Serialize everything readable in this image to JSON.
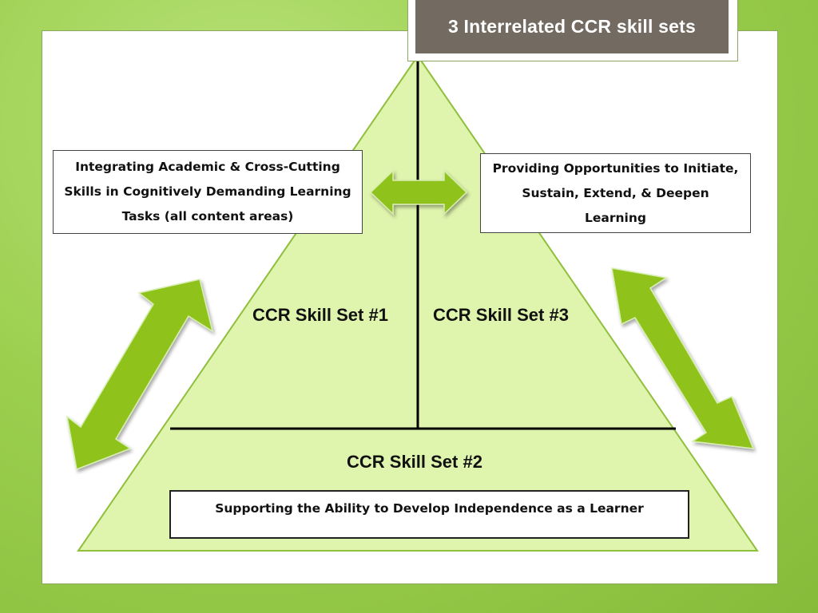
{
  "title": "3 Interrelated CCR skill sets",
  "skill_sets": {
    "set1": "CCR Skill Set #1",
    "set2": "CCR Skill Set #2",
    "set3": "CCR Skill Set #3"
  },
  "descriptions": {
    "set1": "Integrating Academic & Cross-Cutting Skills in Cognitively Demanding Learning Tasks (all content areas)",
    "set2": "Supporting the Ability to Develop Independence as a Learner",
    "set3": "Providing Opportunities to Initiate, Sustain, Extend, & Deepen Learning"
  },
  "colors": {
    "triangle_fill": "#dff4ad",
    "triangle_stroke": "#8fbf3c",
    "arrow_fill": "#8fc31f",
    "arrow_stroke": "#d7eeb0",
    "title_bg": "#736b61"
  }
}
